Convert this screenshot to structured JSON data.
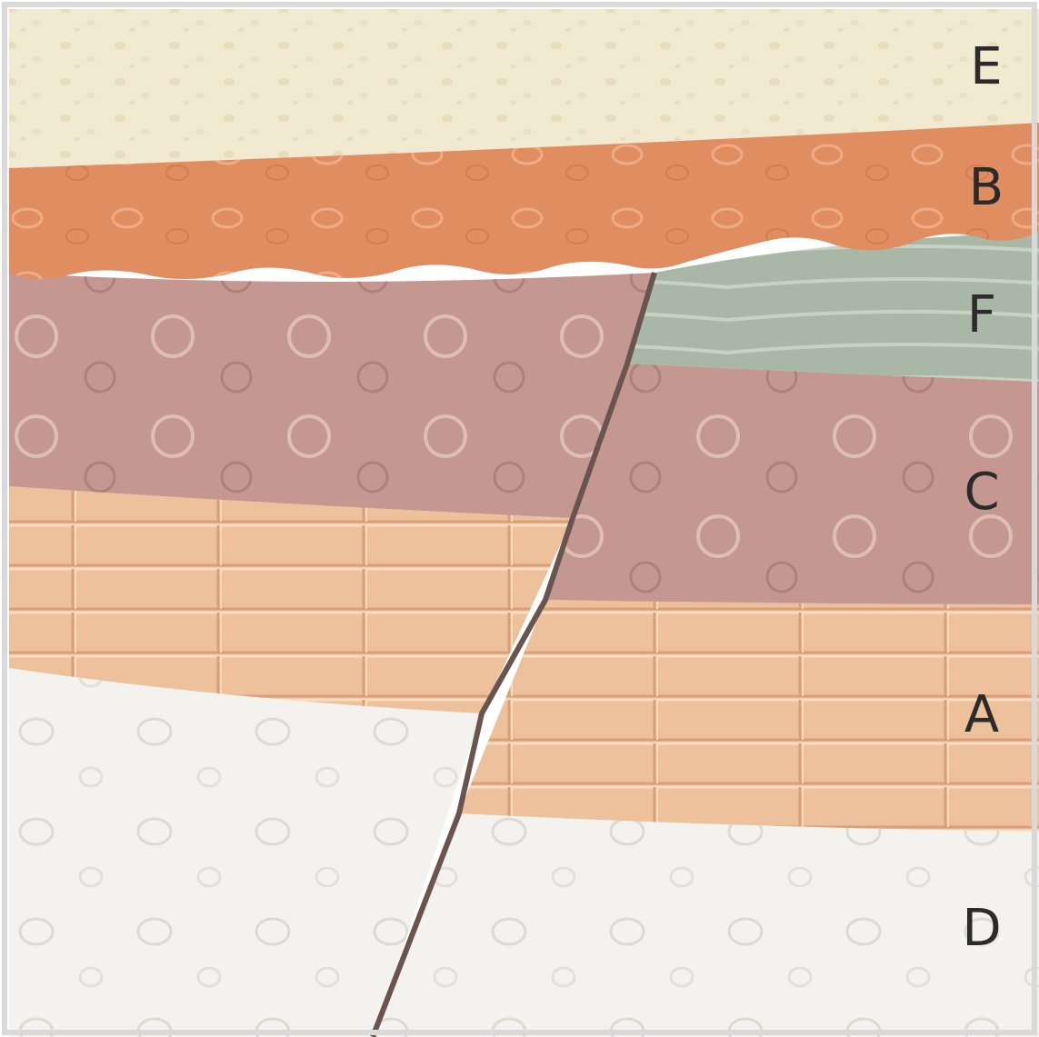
{
  "diagram": {
    "labels": {
      "E": "E",
      "B": "B",
      "F": "F",
      "C": "C",
      "A": "A",
      "D": "D"
    },
    "colors": {
      "layer_e": "#f1ead0",
      "layer_b": "#e08d62",
      "layer_f": "#a9b7a6",
      "layer_c": "#c49890",
      "layer_a": "#ecc19b",
      "layer_d": "#f3f2ee",
      "fault": "#6a5450",
      "border": "#d9d9d9"
    }
  }
}
